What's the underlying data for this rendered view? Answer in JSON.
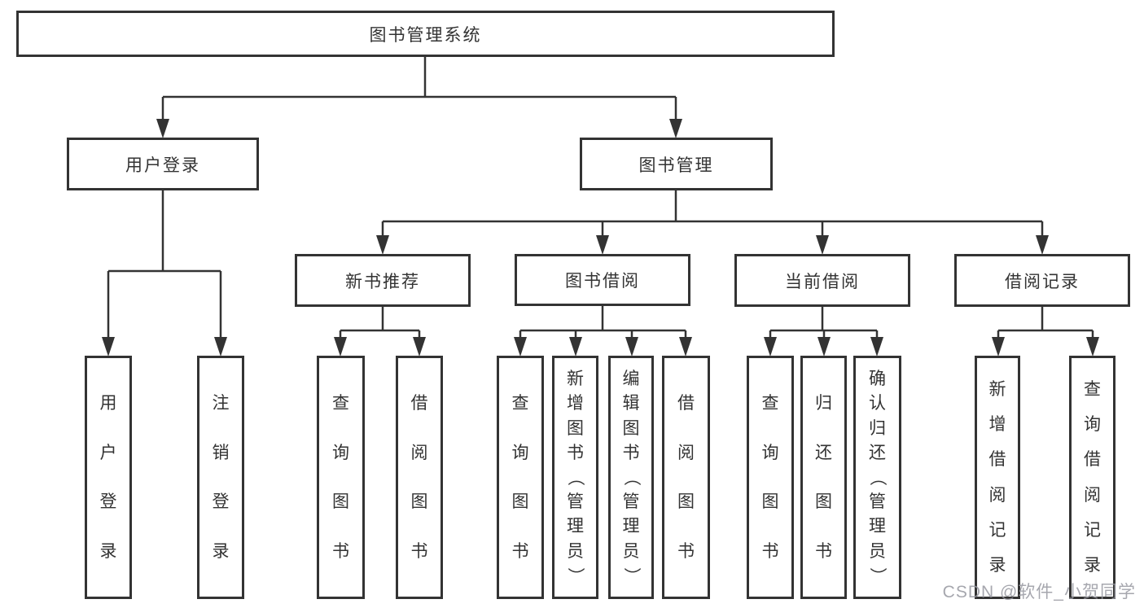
{
  "diagram": {
    "root": {
      "label": "图书管理系统"
    },
    "branches": [
      {
        "label": "用户登录",
        "leaves": [
          "用户登录",
          "注销登录"
        ]
      },
      {
        "label": "图书管理",
        "children": [
          {
            "label": "新书推荐",
            "leaves": [
              "查询图书",
              "借阅图书"
            ]
          },
          {
            "label": "图书借阅",
            "leaves": [
              "查询图书",
              "新增图书（管理员）",
              "编辑图书（管理员）",
              "借阅图书"
            ]
          },
          {
            "label": "当前借阅",
            "leaves": [
              "查询图书",
              "归还图书",
              "确认归还（管理员）"
            ]
          },
          {
            "label": "借阅记录",
            "leaves": [
              "新增借阅记录",
              "查询借阅记录"
            ]
          }
        ]
      }
    ],
    "watermark": "CSDN @软件_小贺同学",
    "colors": {
      "line": "#333333",
      "background": "#ffffff",
      "watermark_gray": "#9698a0"
    }
  }
}
